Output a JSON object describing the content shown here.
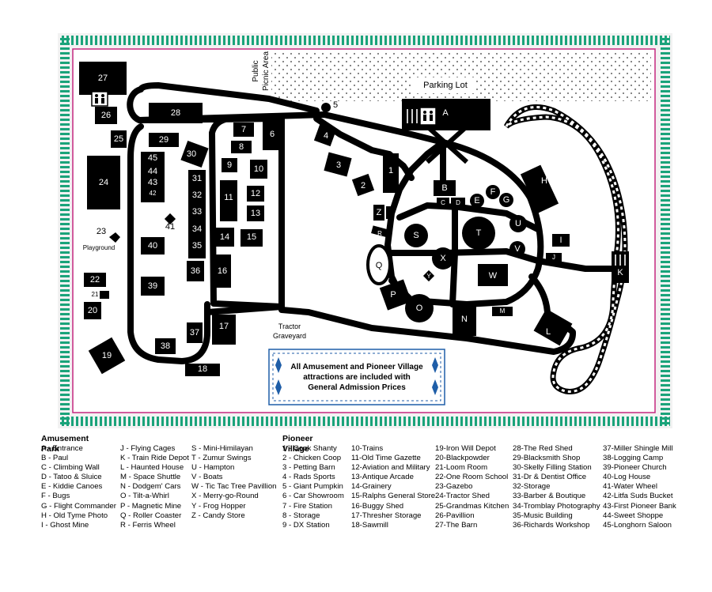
{
  "colors": {
    "border_green": "#1aa37a",
    "border_pink": "#c4277f",
    "road": "#000000",
    "notice_blue": "#1f5ea8"
  },
  "map": {
    "public_picnic_area": "Public\nPicnic Area",
    "parking_lot": "Parking Lot",
    "playground": "Playground",
    "tractor_graveyard": "Tractor\nGraveyard",
    "notice": [
      "All Amusement and Pioneer Village",
      "attractions are included with",
      "General Admission Prices"
    ],
    "numbers": [
      "1",
      "2",
      "3",
      "4",
      "5",
      "6",
      "7",
      "8",
      "9",
      "10",
      "11",
      "12",
      "13",
      "14",
      "15",
      "16",
      "17",
      "18",
      "19",
      "20",
      "21",
      "22",
      "23",
      "24",
      "25",
      "26",
      "27",
      "28",
      "29",
      "30",
      "31",
      "32",
      "33",
      "34",
      "35",
      "36",
      "37",
      "38",
      "39",
      "40",
      "41",
      "42",
      "43",
      "44",
      "45"
    ],
    "letters": [
      "A",
      "B",
      "C",
      "D",
      "E",
      "F",
      "G",
      "H",
      "I",
      "J",
      "K",
      "L",
      "M",
      "N",
      "O",
      "P",
      "Q",
      "R",
      "S",
      "T",
      "U",
      "V",
      "W",
      "X",
      "Y",
      "Z"
    ]
  },
  "legend": {
    "amusement_title": "Amusement Park",
    "pioneer_title": "Pioneer Village",
    "amusement_col1": [
      "A - Entrance",
      "B - Paul",
      "C - Climbing Wall",
      "D - Tatoo & Sluice",
      "E - Kiddie Canoes",
      "F - Bugs",
      "G - Flight Commander",
      "H - Old Tyme Photo",
      "I - Ghost Mine"
    ],
    "amusement_col2": [
      "J - Flying Cages",
      "K - Train Ride Depot",
      "L - Haunted House",
      "M - Space Shuttle",
      "N - Dodgem' Cars",
      "O - Tilt-a-Whirl",
      "P - Magnetic Mine",
      "Q - Roller Coaster",
      "R - Ferris Wheel"
    ],
    "amusement_col3": [
      "S - Mini-Himilayan",
      "T - Zumur Swings",
      "U - Hampton",
      "V - Boats",
      "W - Tic Tac Tree Pavillion",
      "X - Merry-go-Round",
      "Y - Frog Hopper",
      "Z - Candy Store"
    ],
    "pioneer_col1": [
      "1 - Cook Shanty",
      "2 - Chicken Coop",
      "3 - Petting Barn",
      "4 - Rads Sports",
      "5 - Giant Pumpkin",
      "6 - Car Showroom",
      "7 - Fire Station",
      "8 - Storage",
      "9 - DX Station"
    ],
    "pioneer_col2": [
      "10-Trains",
      "11-Old Time Gazette",
      "12-Aviation and Military",
      "13-Antique Arcade",
      "14-Grainery",
      "15-Ralphs General Store",
      "16-Buggy Shed",
      "17-Thresher Storage",
      "18-Sawmill"
    ],
    "pioneer_col3": [
      "19-Iron Will Depot",
      "20-Blackpowder",
      "21-Loom Room",
      "22-One Room School",
      "23-Gazebo",
      "24-Tractor Shed",
      "25-Grandmas Kitchen",
      "26-Pavillion",
      "27-The Barn"
    ],
    "pioneer_col4": [
      "28-The Red Shed",
      "29-Blacksmith Shop",
      "30-Skelly Filling Station",
      "31-Dr & Dentist Office",
      "32-Storage",
      "33-Barber & Boutique",
      "34-Tromblay Photography",
      "35-Music Building",
      "36-Richards Workshop"
    ],
    "pioneer_col5": [
      "37-Miller Shingle Mill",
      "38-Logging Camp",
      "39-Pioneer Church",
      "40-Log House",
      "41-Water Wheel",
      "42-Litfa Suds Bucket",
      "43-First Pioneer Bank",
      "44-Sweet Shoppe",
      "45-Longhorn Saloon"
    ]
  }
}
